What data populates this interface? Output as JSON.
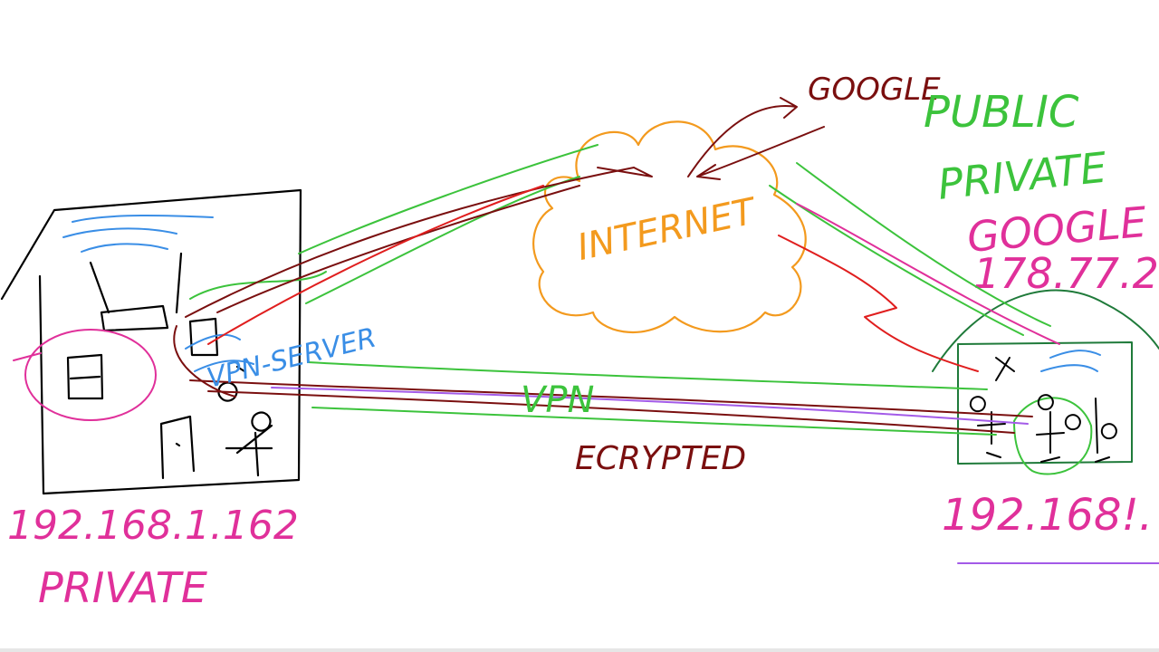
{
  "colors": {
    "black": "#000000",
    "blue": "#3a8ee6",
    "pink": "#e0309a",
    "green": "#3cc33c",
    "darkred": "#7a0f0f",
    "red": "#e01e1e",
    "orange": "#f39a1e",
    "purple": "#a35be8",
    "darkgreen": "#1f7a3a"
  },
  "labels": {
    "internet": "INTERNET",
    "vpn": "VPN",
    "encrypted": "ECRYPTED",
    "vpn_server": "VPN-SERVER",
    "google_top": "GOOGLE",
    "public": "PUBLIC",
    "private_top": "PRIVATE",
    "google_right": "GOOGLE",
    "google_ip": "178.77.2",
    "left_ip": "192.168.1.162",
    "left_private": "PRIVATE",
    "right_ip": "192.168!."
  }
}
